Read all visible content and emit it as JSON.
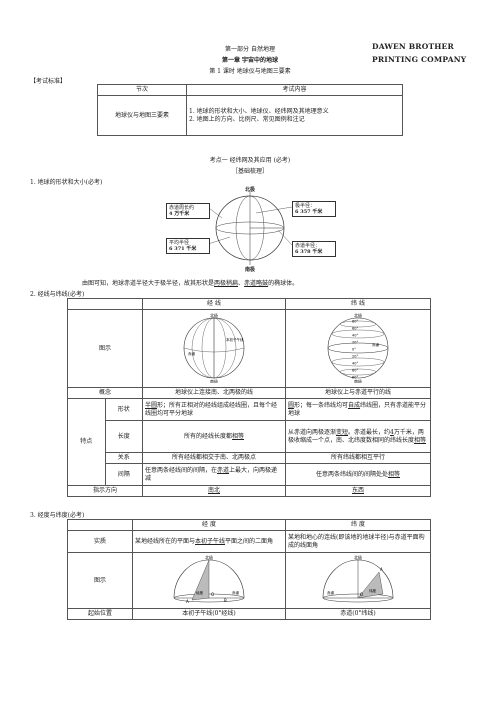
{
  "header": {
    "part": "第一部分  自然地理",
    "chapter": "第一章  宇宙中的地球",
    "lesson": "第 1 课时    地球仪与地图三要素",
    "brand_line1": "DAWEN BROTHER",
    "brand_line2": "PRINTING COMPANY"
  },
  "standard": {
    "label": "【考试标准】",
    "col1": "节次",
    "col2": "考试内容",
    "row_title": "地球仪与地图三要素",
    "item1": "1. 地球的形状和大小、地球仪、经纬网及其地理意义",
    "item2": "2. 地图上的方向、比例尺、常见图例和注记"
  },
  "point1": {
    "title": "考点一    经纬网及其应用    (必考)",
    "sub": "［基础梳理］",
    "h1": "1. 地球的形状和大小(必考)",
    "north": "北极",
    "south": "南极",
    "equator_circ": "赤道周长约",
    "equator_circ_val": "4 万千米",
    "avg_r": "平均半径",
    "avg_r_val": "6 371 千米",
    "polar_r": "极半径：",
    "polar_r_val": "6 357 千米",
    "eq_r": "赤道半径：",
    "eq_r_val": "6 378 千米",
    "summary_a": "由图可知，地球赤道半径大于极半径，故其形状是",
    "summary_b": "两极稍扁",
    "summary_c": "、",
    "summary_d": "赤道略鼓",
    "summary_e": "的椭球体。"
  },
  "lines": {
    "h2": "2. 经线与纬线(必考)",
    "col_jing": "经    线",
    "col_wei": "纬    线",
    "row_fig": "图示",
    "row_concept": "概念",
    "concept_jing": "地球仪上连接南、北两极的线",
    "concept_wei": "地球仪上与赤道平行的线",
    "row_trait": "特点",
    "r_shape": "形状",
    "shape_jing_a": "半圆",
    "shape_jing_b": "形；所有正相对的经线组成经线圈，且每个经线圈均可平分地球",
    "shape_wei_a": "圆",
    "shape_wei_b": "形；每一条纬线均可",
    "shape_wei_c": "自成",
    "shape_wei_d": "纬线圈，只有赤道能平分地球",
    "r_length": "长度",
    "length_jing_a": "所有的经线长度都",
    "length_jing_b": "相等",
    "length_wei_a": "从赤道向两极逐渐",
    "length_wei_b": "变短",
    "length_wei_c": "。赤道最长，约",
    "length_wei_d": "4",
    "length_wei_e": "万千米，两极收缩成一个点，南、北纬度数相同的纬线长度",
    "length_wei_f": "相等",
    "r_relation": "关系",
    "relation_jing": "所有经线都相交于南、北两极点",
    "relation_wei": "所有纬线都相互平行",
    "r_gap": "间隔",
    "gap_jing_a": "任意两条经线间的间隔，在",
    "gap_jing_b": "赤道",
    "gap_jing_c": "上最大，向两极递减",
    "gap_wei_a": "任意两条纬线间的间隔处处",
    "gap_wei_b": "相等",
    "row_dir": "指示方向",
    "dir_jing": "南北",
    "dir_wei": "东西",
    "fig_north": "北极",
    "fig_south": "南极",
    "fig_prime": "本初子午线",
    "fig_equator": "赤道",
    "fig_lat": [
      "80°",
      "60°",
      "40°",
      "20°",
      "0°",
      "20°",
      "40°",
      "60°",
      "80°"
    ]
  },
  "lonlat": {
    "h3": "3. 经度与纬度(必考)",
    "col_jing": "经    度",
    "col_wei": "纬    度",
    "row_essence": "实质",
    "essence_jing_a": "某地经线所在的平面与",
    "essence_jing_b": "本初子午线",
    "essence_jing_c": "平面之间的二面角",
    "essence_wei": "某地和地心的连线(即该地的地球半径)与赤道平面构成的线面角",
    "row_fig": "图示",
    "row_start": "起始位置",
    "start_jing": "本初子午线(0°经线)",
    "start_wei": "赤道(0°纬线)",
    "fig_north": "北极",
    "fig_a": "A",
    "fig_b": "B",
    "fig_o": "O",
    "fig_equator": "赤道",
    "fig_lon": "经度",
    "fig_lat": "纬度"
  }
}
